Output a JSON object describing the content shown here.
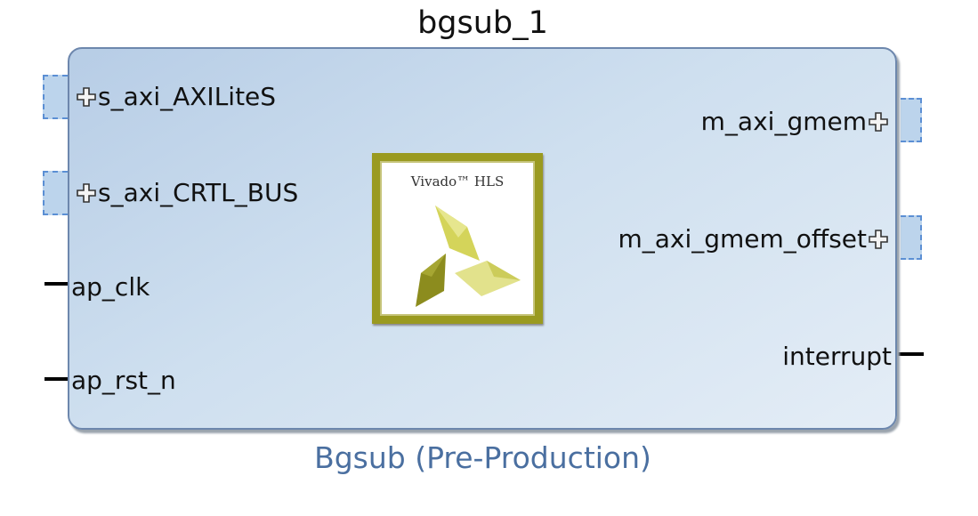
{
  "block": {
    "instance_name": "bgsub_1",
    "subtitle": "Bgsub (Pre-Production)"
  },
  "ports": {
    "left": [
      {
        "label": "s_axi_AXILiteS",
        "kind": "bus"
      },
      {
        "label": "s_axi_CRTL_BUS",
        "kind": "bus"
      },
      {
        "label": "ap_clk",
        "kind": "pin"
      },
      {
        "label": "ap_rst_n",
        "kind": "pin"
      }
    ],
    "right": [
      {
        "label": "m_axi_gmem",
        "kind": "bus"
      },
      {
        "label": "m_axi_gmem_offset",
        "kind": "bus"
      },
      {
        "label": "interrupt",
        "kind": "pin"
      }
    ]
  },
  "logo": {
    "text": "Vivado™ HLS",
    "colors": {
      "frame": "#9a9a20",
      "leaf_dark": "#8c8c1e",
      "leaf_mid": "#c8c84a",
      "leaf_light": "#e2e28c"
    }
  },
  "colors": {
    "block_fill": "#cedfef",
    "block_border": "#6d87ad",
    "bus_connector": "#bcd4ec",
    "subtitle": "#4a6fa0"
  }
}
